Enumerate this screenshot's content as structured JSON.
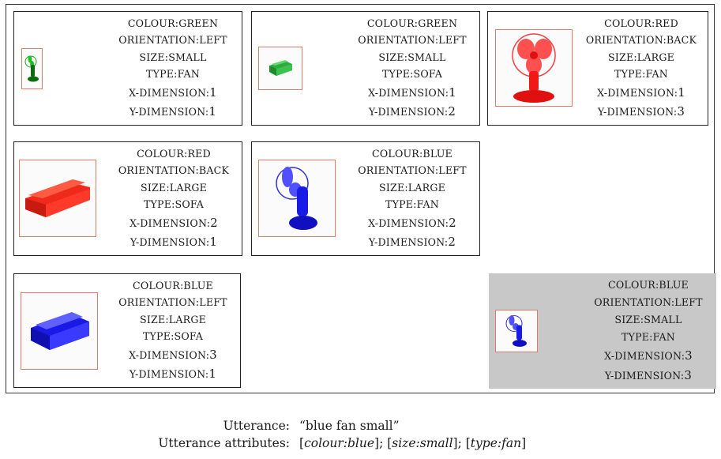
{
  "cards": [
    {
      "colour": "COLOUR:GREEN",
      "orientation": "ORIENTATION:LEFT",
      "size": "SIZE:SMALL",
      "type": "TYPE:FAN",
      "x": "X-DIMENSION:1",
      "y": "Y-DIMENSION:1",
      "image": "green-fan-icon",
      "fill": "#1aa31a",
      "selected": false
    },
    {
      "colour": "COLOUR:GREEN",
      "orientation": "ORIENTATION:LEFT",
      "size": "SIZE:SMALL",
      "type": "TYPE:SOFA",
      "x": "X-DIMENSION:1",
      "y": "Y-DIMENSION:2",
      "image": "green-sofa-icon",
      "fill": "#2eaa3e",
      "selected": false
    },
    {
      "colour": "COLOUR:RED",
      "orientation": "ORIENTATION:BACK",
      "size": "SIZE:LARGE",
      "type": "TYPE:FAN",
      "x": "X-DIMENSION:1",
      "y": "Y-DIMENSION:3",
      "image": "red-fan-icon",
      "fill": "#f0201a",
      "selected": false
    },
    {
      "colour": "COLOUR:RED",
      "orientation": "ORIENTATION:BACK",
      "size": "SIZE:LARGE",
      "type": "TYPE:SOFA",
      "x": "X-DIMENSION:2",
      "y": "Y-DIMENSION:1",
      "image": "red-sofa-icon",
      "fill": "#f0281a",
      "selected": false
    },
    {
      "colour": "COLOUR:BLUE",
      "orientation": "ORIENTATION:LEFT",
      "size": "SIZE:LARGE",
      "type": "TYPE:FAN",
      "x": "X-DIMENSION:2",
      "y": "Y-DIMENSION:2",
      "image": "blue-fan-icon",
      "fill": "#1a1ae6",
      "selected": false
    },
    {
      "colour": "COLOUR:BLUE",
      "orientation": "ORIENTATION:LEFT",
      "size": "SIZE:LARGE",
      "type": "TYPE:SOFA",
      "x": "X-DIMENSION:3",
      "y": "Y-DIMENSION:1",
      "image": "blue-sofa-icon",
      "fill": "#1a1ae6",
      "selected": false
    },
    {
      "colour": "COLOUR:BLUE",
      "orientation": "ORIENTATION:LEFT",
      "size": "SIZE:SMALL",
      "type": "TYPE:FAN",
      "x": "X-DIMENSION:3",
      "y": "Y-DIMENSION:3",
      "image": "blue-fan-icon",
      "fill": "#1a1ae6",
      "selected": true
    }
  ],
  "caption": {
    "utterance_label": "Utterance:",
    "utterance_text": "“blue fan small”",
    "attributes_label": "Utterance attributes:",
    "attributes": [
      "colour:blue",
      "size:small",
      "type:fan"
    ]
  }
}
